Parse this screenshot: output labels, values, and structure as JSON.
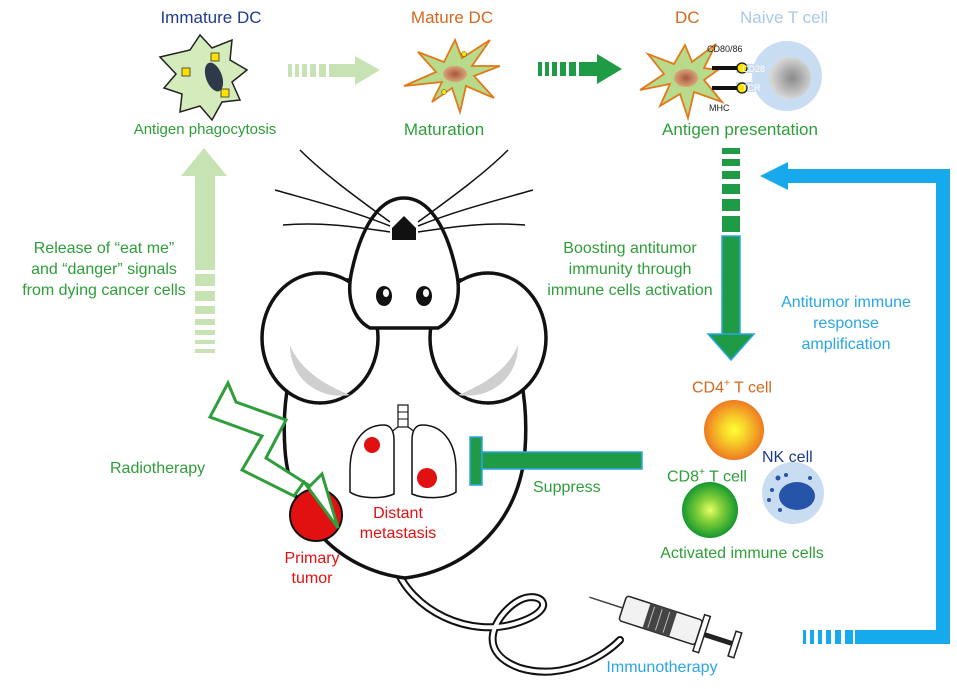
{
  "labels": {
    "immature_dc": "Immature DC",
    "mature_dc": "Mature DC",
    "dc": "DC",
    "naive_t_cell": "Naive T cell",
    "cd80_86": "CD80/86",
    "cd28": "CD28",
    "mhc": "MHC",
    "tcr": "TCR",
    "antigen_phagocytosis": "Antigen phagocytosis",
    "maturation": "Maturation",
    "antigen_presentation": "Antigen presentation",
    "release_signals": [
      "Release of “eat me”",
      "and “danger” signals",
      "from dying cancer cells"
    ],
    "boosting": [
      "Boosting antitumor",
      "immunity through",
      "immune cells activation"
    ],
    "amplification": [
      "Antitumor immune",
      "response",
      "amplification"
    ],
    "cd4_prefix": "CD4",
    "cd4_sup": "+",
    "cd4_suffix": " T cell",
    "cd8_prefix": "CD8",
    "cd8_sup": "+",
    "cd8_suffix": " T cell",
    "nk_cell": "NK cell",
    "activated_immune_cells": "Activated immune cells",
    "radiotherapy": "Radiotherapy",
    "suppress": "Suppress",
    "distant_metastasis": [
      "Distant",
      "metastasis"
    ],
    "primary_tumor": [
      "Primary",
      "tumor"
    ],
    "immunotherapy": "Immunotherapy"
  },
  "colors": {
    "green": "#2e9e3a",
    "pale_green": "#c7e3b4",
    "dark_green": "#1f9a45",
    "blue_arrow": "#16a9ec",
    "navy": "#1f3a8c",
    "orange": "#d2691e",
    "tumor_red": "#e11111",
    "cd4_orange": "#f08a24",
    "cd8_green": "#22a033",
    "nk_blue": "#2554a8"
  }
}
